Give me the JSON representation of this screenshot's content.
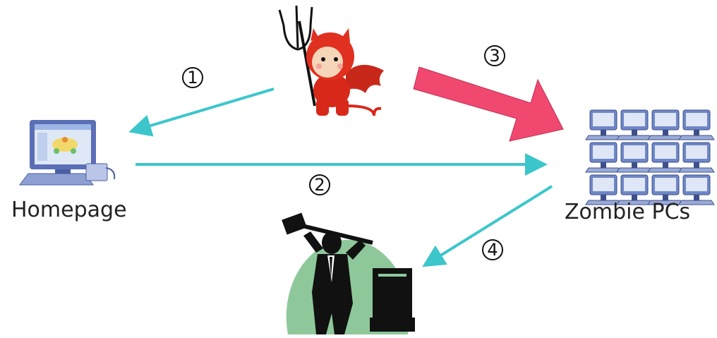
{
  "nodes": {
    "homepage": {
      "label": "Homepage"
    },
    "zombies": {
      "label": "Zombie PCs"
    }
  },
  "steps": [
    "1",
    "2",
    "3",
    "4"
  ],
  "colors": {
    "cyan_arrow": "#3cc6cc",
    "pink_arrow": "#f0486e",
    "devil_red": "#d8281a",
    "victim_green": "#8ec89a",
    "pc_blue": "#6f87c6"
  }
}
